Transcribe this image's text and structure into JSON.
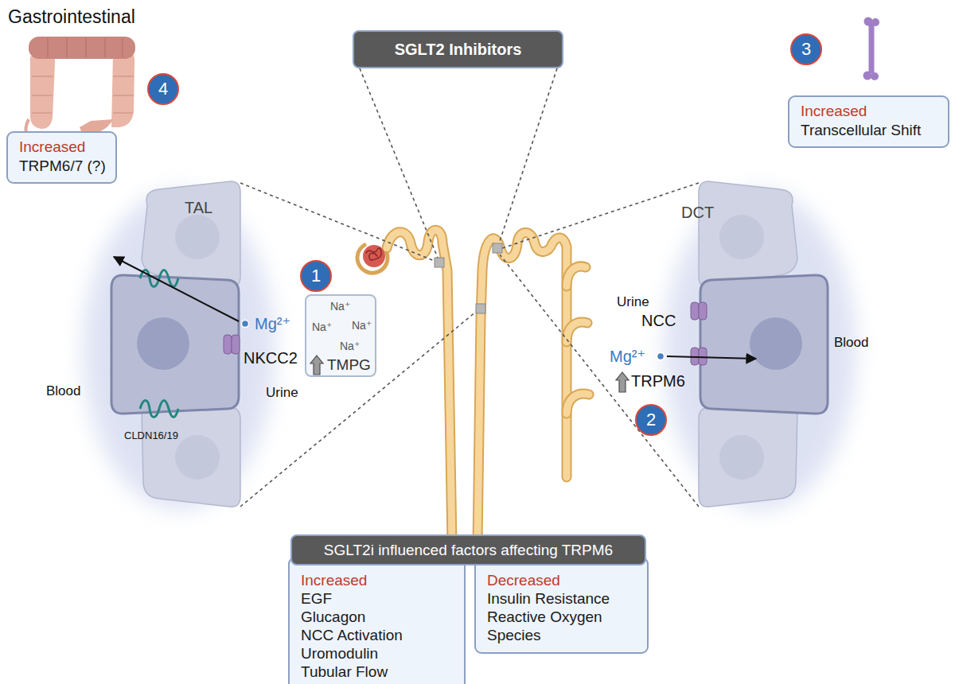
{
  "diagram": {
    "nodes": [
      {
        "text": [
          "SGLT2 Inhibitors"
        ]
      },
      {
        "text": [
          "3"
        ]
      },
      {
        "text": [
          "4"
        ]
      },
      {
        "text": [
          "Increased",
          "TRPM6/7 (?)"
        ]
      },
      {
        "text": [
          "Increased",
          "Transcellular Shift"
        ]
      },
      {
        "text": [
          "1"
        ]
      },
      {
        "text": [
          "Na⁺",
          "Na⁺",
          "Na⁺",
          "Na⁺",
          "TMPG"
        ]
      },
      {
        "text": [
          "2"
        ]
      },
      {
        "text": [
          "SGLT2i influenced factors affecting TRPM6"
        ]
      },
      {
        "text": [
          "Increased",
          "EGF",
          "Glucagon",
          "NCC Activation",
          "Uromodulin",
          "Tubular Flow"
        ]
      },
      {
        "text": [
          "Decreased",
          "Insulin Resistance",
          "Reactive Oxygen Species"
        ]
      }
    ],
    "labels": [
      "Gastrointestinal",
      "TAL",
      "DCT",
      "Mg²⁺",
      "NKCC2",
      "CLDN16/19",
      "Blood",
      "Urine",
      "Urine",
      "NCC",
      "Mg²⁺",
      "Blood",
      "TRPM6"
    ]
  }
}
